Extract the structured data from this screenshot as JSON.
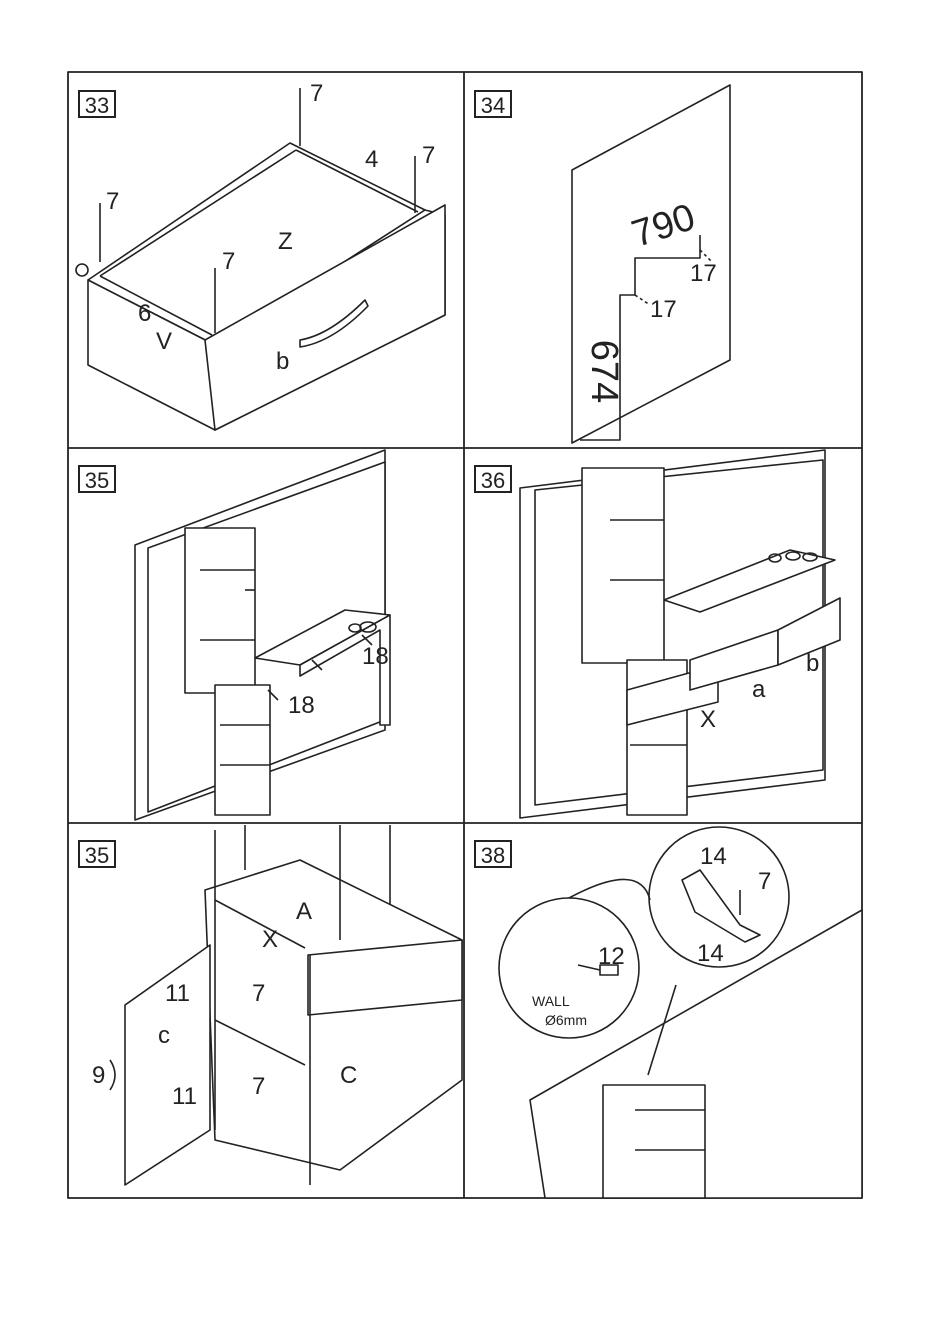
{
  "steps": [
    {
      "number": "33",
      "labels": {
        "part_screw_a": "7",
        "part_screw_b": "7",
        "part_screw_c": "7",
        "part_screw_d": "7",
        "part_4": "4",
        "part_z": "Z",
        "part_6": "6",
        "part_v": "V",
        "part_b": "b"
      }
    },
    {
      "number": "34",
      "labels": {
        "dim_width": "790",
        "dim_height": "674",
        "part_17a": "17",
        "part_17b": "17"
      }
    },
    {
      "number": "35",
      "labels": {
        "part_18a": "18",
        "part_18b": "18"
      }
    },
    {
      "number": "36",
      "labels": {
        "part_a": "a",
        "part_b": "b",
        "part_x": "X"
      }
    },
    {
      "number": "35",
      "labels": {
        "part_A": "A",
        "part_C": "C",
        "part_c": "c",
        "part_X": "X",
        "part_11a": "11",
        "part_11b": "11",
        "part_7a": "7",
        "part_7b": "7",
        "part_9": "9"
      }
    },
    {
      "number": "38",
      "labels": {
        "part_14a": "14",
        "part_14b": "14",
        "part_7": "7",
        "part_12": "12",
        "wall": "WALL",
        "drill": "Ø6mm"
      }
    }
  ]
}
